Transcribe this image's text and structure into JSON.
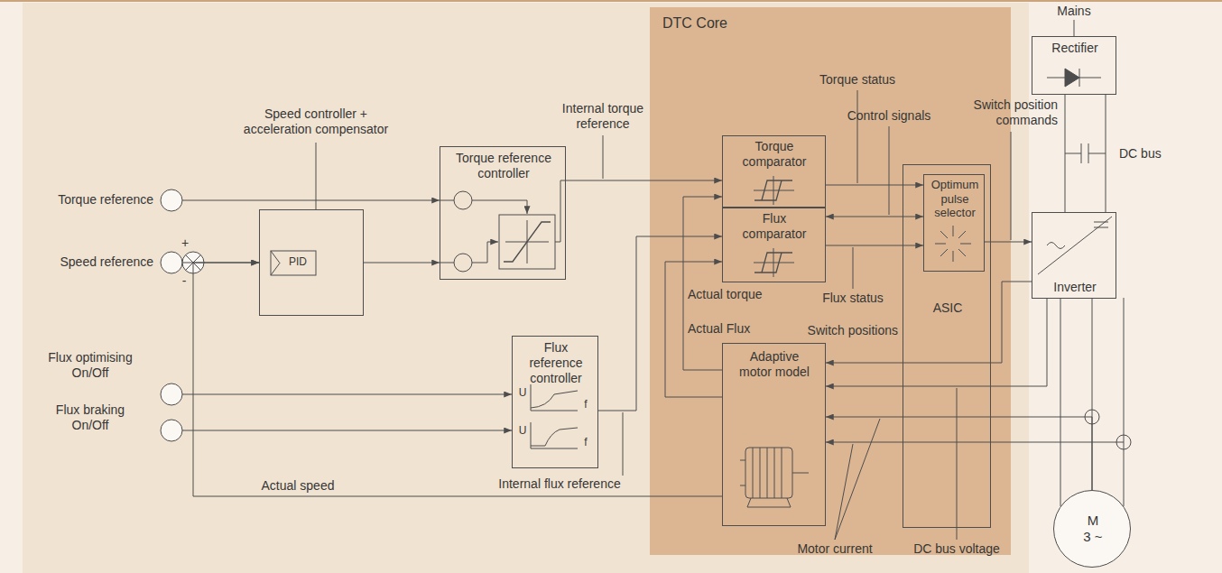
{
  "diagram": {
    "nodes": [
      {
        "text": [
          "Torque reference"
        ]
      },
      {
        "text": [
          "Speed reference"
        ]
      },
      {
        "text": [
          "Flux optimising On/Off"
        ]
      },
      {
        "text": [
          "Flux braking On/Off"
        ]
      },
      {
        "text": [
          "Speed controller + acceleration compensator",
          "PID"
        ]
      },
      {
        "text": [
          "Torque reference controller"
        ]
      },
      {
        "text": [
          "Flux reference controller"
        ]
      },
      {
        "text": [
          "DTC Core"
        ]
      },
      {
        "text": [
          "Torque comparator"
        ],
        "in": 7
      },
      {
        "text": [
          "Flux comparator"
        ],
        "in": 7
      },
      {
        "text": [
          "ASIC"
        ],
        "in": 7
      },
      {
        "text": [
          "Optimum pulse selector"
        ],
        "in": 10
      },
      {
        "text": [
          "Adaptive motor model"
        ],
        "in": 7
      },
      {
        "text": [
          "Rectifier"
        ]
      },
      {
        "text": [
          "Inverter"
        ]
      },
      {
        "text": [
          "M 3 ~"
        ]
      }
    ],
    "edges": [
      {
        "from": 0,
        "to": 5,
        "arrow": "to"
      },
      {
        "from": 1,
        "to": 4,
        "arrow": "to"
      },
      {
        "from": 4,
        "to": 5,
        "arrow": "to"
      },
      {
        "from": 5,
        "to": 8,
        "label": "Internal torque reference",
        "arrow": "to"
      },
      {
        "from": 2,
        "to": 6,
        "arrow": "to"
      },
      {
        "from": 3,
        "to": 6,
        "arrow": "to"
      },
      {
        "from": 6,
        "to": 9,
        "label": "Internal flux reference",
        "arrow": "to"
      },
      {
        "from": 12,
        "to": 8,
        "label": "Actual torque",
        "arrow": "to"
      },
      {
        "from": 12,
        "to": 9,
        "label": "Actual Flux",
        "arrow": "to"
      },
      {
        "from": 12,
        "to": 4,
        "label": "Actual speed",
        "arrow": "to"
      },
      {
        "from": 8,
        "to": 11,
        "arrow": "to"
      },
      {
        "from": 9,
        "to": 11,
        "arrow": "both"
      },
      {
        "from": 9,
        "to": 11,
        "arrow": "to"
      },
      {
        "from": 11,
        "to": 14,
        "label": "Switch position commands",
        "arrow": "to"
      },
      {
        "from": 14,
        "to": 12,
        "label": "Switch positions",
        "arrow": "to"
      },
      {
        "from": 14,
        "to": 12,
        "arrow": "to"
      },
      {
        "from": 15,
        "to": 12,
        "arrow": "to"
      },
      {
        "from": 15,
        "to": 12,
        "arrow": "to"
      },
      {
        "from": 13,
        "to": 14,
        "arrow": "none"
      },
      {
        "from": 14,
        "to": 15,
        "arrow": "none"
      }
    ],
    "labels": [
      "Torque status",
      "Control signals",
      "Flux status",
      "Motor current",
      "DC bus voltage",
      "Mains",
      "DC bus",
      "+",
      "-",
      "U",
      "f",
      "U",
      "f"
    ]
  }
}
